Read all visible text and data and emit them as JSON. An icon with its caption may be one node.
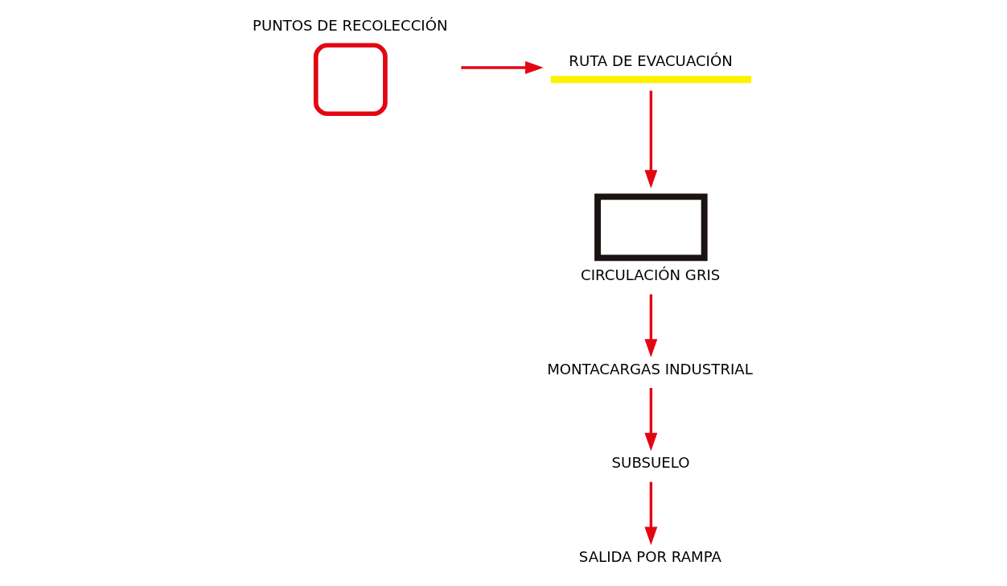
{
  "diagram": {
    "nodes": [
      {
        "text": [
          "PUNTOS DE RECOLECCIÓN"
        ]
      },
      {
        "text": [
          "RUTA DE EVACUACIÓN"
        ]
      },
      {
        "text": [
          "CIRCULACIÓN GRIS"
        ]
      },
      {
        "text": [
          "MONTACARGAS INDUSTRIAL"
        ]
      },
      {
        "text": [
          "SUBSUELO"
        ]
      },
      {
        "text": [
          "SALIDA POR RAMPA"
        ]
      }
    ],
    "edges": [
      {
        "from": 0,
        "to": 1,
        "arrow": "to",
        "color": "#e30613"
      },
      {
        "from": 1,
        "to": 2,
        "arrow": "to",
        "color": "#e30613"
      },
      {
        "from": 2,
        "to": 3,
        "arrow": "to",
        "color": "#e30613"
      },
      {
        "from": 3,
        "to": 4,
        "arrow": "to",
        "color": "#e30613"
      },
      {
        "from": 4,
        "to": 5,
        "arrow": "to",
        "color": "#e30613"
      }
    ]
  }
}
